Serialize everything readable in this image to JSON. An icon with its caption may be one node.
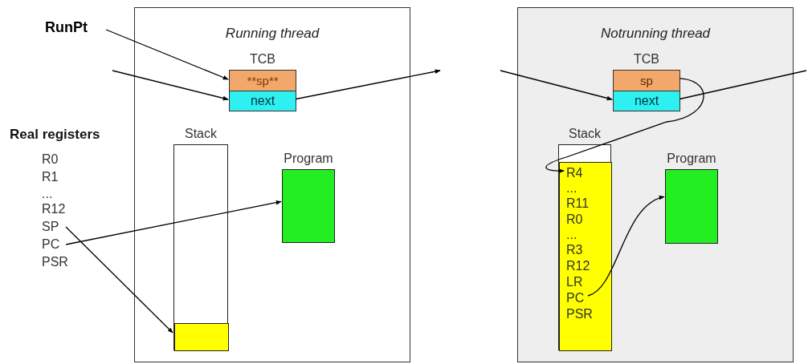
{
  "diagram": {
    "nodes": [
      {
        "text": [
          "RunPt"
        ]
      },
      {
        "text": [
          "Running thread"
        ]
      },
      {
        "text": [
          "TCB"
        ],
        "in": 1
      },
      {
        "text": [
          "**sp**"
        ],
        "in": 2
      },
      {
        "text": [
          "next"
        ],
        "in": 2
      },
      {
        "text": [
          "Stack"
        ],
        "in": 1
      },
      {
        "text": [],
        "shape": "box",
        "in": 5
      },
      {
        "text": [
          "Program"
        ],
        "in": 1
      },
      {
        "text": [
          "R0"
        ]
      },
      {
        "text": [
          "R1"
        ]
      },
      {
        "text": [
          "..."
        ]
      },
      {
        "text": [
          "R12"
        ]
      },
      {
        "text": [
          "SP"
        ]
      },
      {
        "text": [
          "PC"
        ]
      },
      {
        "text": [
          "PSR"
        ]
      },
      {
        "text": [
          "Notrunning thread"
        ]
      },
      {
        "text": [
          "TCB"
        ],
        "in": 15
      },
      {
        "text": [
          "sp"
        ],
        "in": 16
      },
      {
        "text": [
          "next"
        ],
        "in": 16
      },
      {
        "text": [
          "Stack"
        ],
        "in": 15
      },
      {
        "text": [],
        "shape": "box",
        "in": 19
      },
      {
        "text": [
          "R4"
        ],
        "in": 20
      },
      {
        "text": [
          "..."
        ],
        "in": 20
      },
      {
        "text": [
          "R11"
        ],
        "in": 20
      },
      {
        "text": [
          "R0"
        ],
        "in": 20
      },
      {
        "text": [
          "..."
        ],
        "in": 20
      },
      {
        "text": [
          "R3"
        ],
        "in": 20
      },
      {
        "text": [
          "R12"
        ],
        "in": 20
      },
      {
        "text": [
          "LR"
        ],
        "in": 20
      },
      {
        "text": [
          "PC"
        ],
        "in": 20
      },
      {
        "text": [
          "PSR"
        ],
        "in": 20
      },
      {
        "text": [
          "Program"
        ],
        "in": 15
      }
    ],
    "edges": [
      {
        "from": 0,
        "to": 3,
        "arrow": "to"
      },
      {
        "from": null,
        "to": 4,
        "arrow": "to"
      },
      {
        "from": 4,
        "to": null,
        "arrow": "to"
      },
      {
        "from": null,
        "to": 18,
        "arrow": "to"
      },
      {
        "from": 18,
        "to": null,
        "arrow": "none"
      },
      {
        "from": 17,
        "to": 21,
        "arrow": "to"
      },
      {
        "from": 12,
        "to": 6,
        "arrow": "to"
      },
      {
        "from": 13,
        "to": 7,
        "arrow": "to"
      },
      {
        "from": 29,
        "to": 31,
        "arrow": "to"
      }
    ],
    "labels": [
      "Real registers"
    ]
  }
}
